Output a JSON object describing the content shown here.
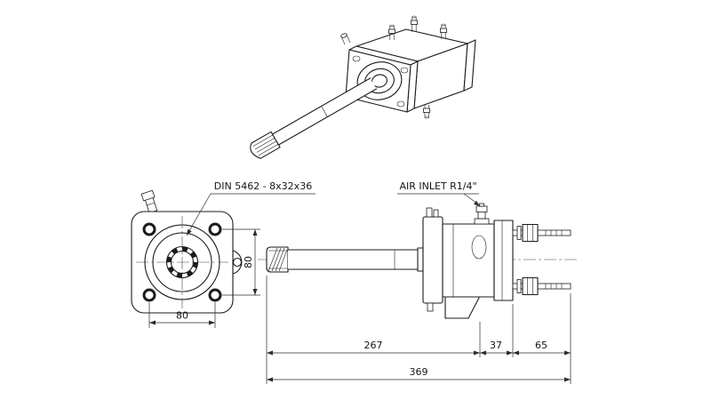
{
  "labels": {
    "spline_spec": "DIN 5462 - 8x32x36",
    "air_inlet": "AIR INLET R1/4\""
  },
  "dimensions": {
    "flange_bolt_spacing_h": "80",
    "flange_bolt_spacing_v": "80",
    "shaft_length": "267",
    "mid_section": "37",
    "rear_section": "65",
    "overall_length": "369"
  },
  "colors": {
    "line": "#1b1b1b",
    "background": "#ffffff",
    "dim_line": "#2b2b2b"
  }
}
